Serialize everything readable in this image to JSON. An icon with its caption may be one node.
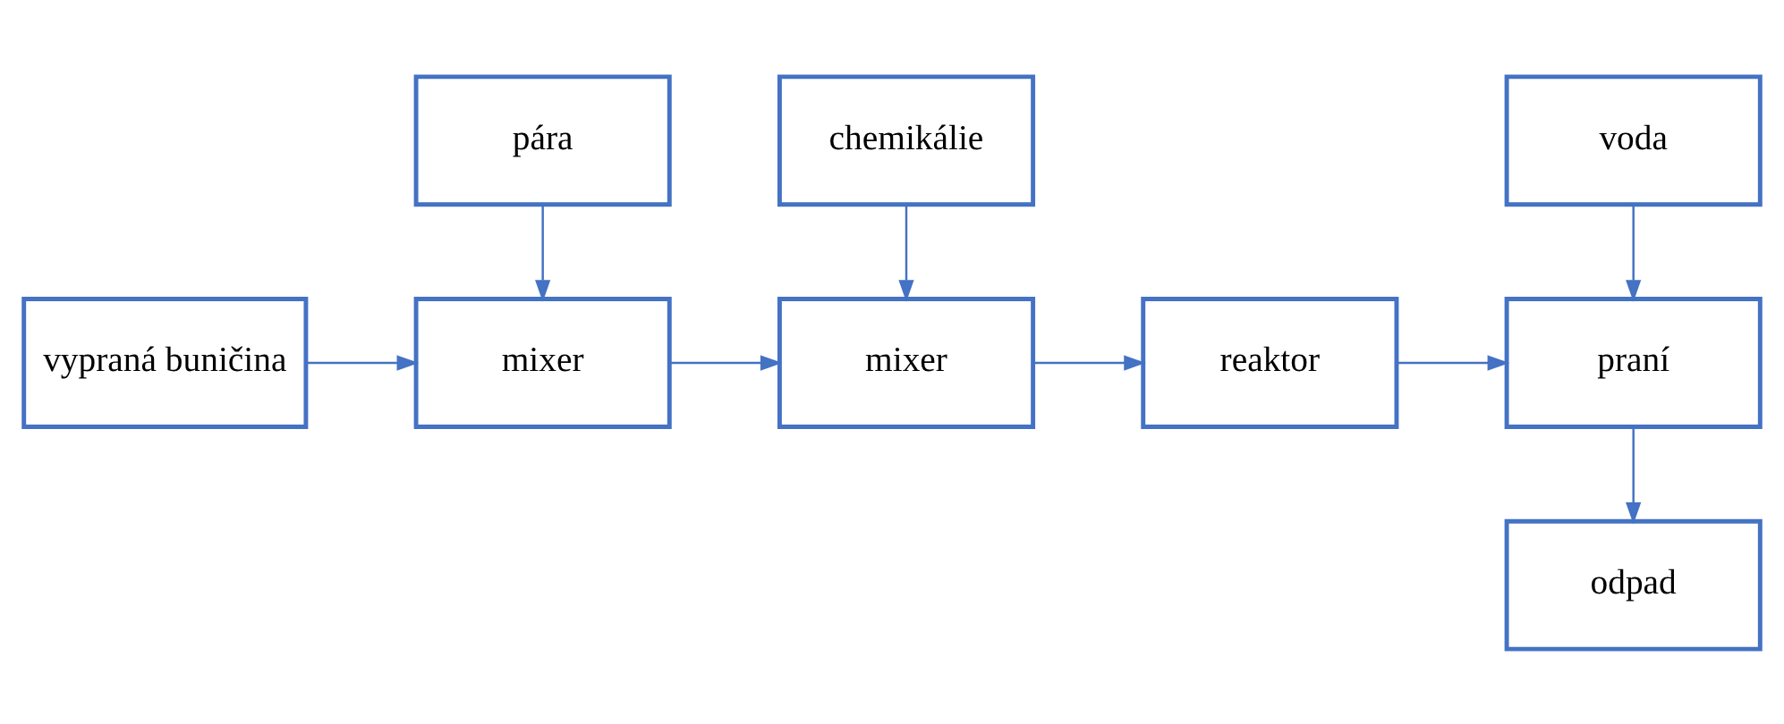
{
  "diagram": {
    "nodes": [
      {
        "text": [
          "pára"
        ]
      },
      {
        "text": [
          "vypraná buničina"
        ]
      },
      {
        "text": [
          "mixer"
        ]
      },
      {
        "text": [
          "mixer"
        ]
      },
      {
        "text": [
          "chemikálie"
        ]
      },
      {
        "text": [
          "reaktor"
        ]
      },
      {
        "text": [
          "voda"
        ]
      },
      {
        "text": [
          "praní"
        ]
      },
      {
        "text": [
          "odpad"
        ]
      }
    ],
    "edges": [
      {
        "from": 1,
        "to": 2,
        "arrow": "to"
      },
      {
        "from": 0,
        "to": 2,
        "arrow": "to"
      },
      {
        "from": 2,
        "to": 3,
        "arrow": "to"
      },
      {
        "from": 4,
        "to": 3,
        "arrow": "to"
      },
      {
        "from": 3,
        "to": 5,
        "arrow": "to"
      },
      {
        "from": 5,
        "to": 7,
        "arrow": "to"
      },
      {
        "from": 6,
        "to": 7,
        "arrow": "to"
      },
      {
        "from": 7,
        "to": 8,
        "arrow": "to"
      }
    ]
  }
}
